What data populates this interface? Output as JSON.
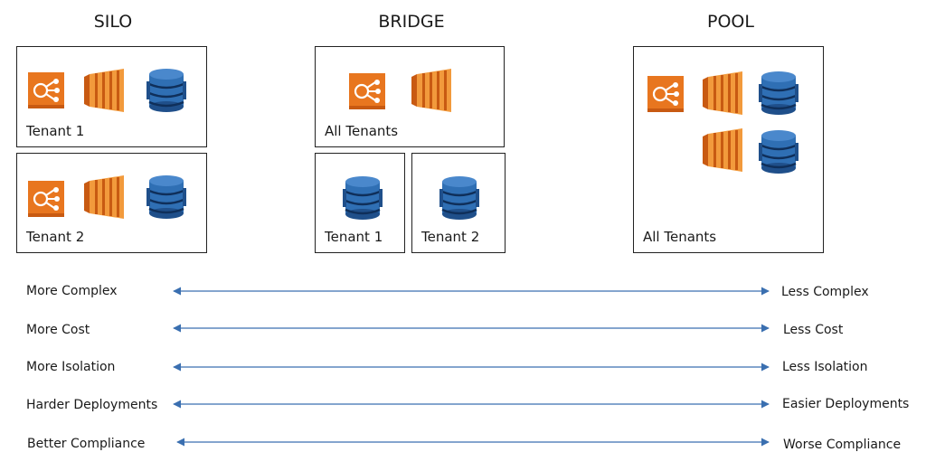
{
  "headings": {
    "silo": "SILO",
    "bridge": "BRIDGE",
    "pool": "POOL"
  },
  "boxes": {
    "silo_tenant1": "Tenant 1",
    "silo_tenant2": "Tenant 2",
    "bridge_all": "All Tenants",
    "bridge_tenant1": "Tenant 1",
    "bridge_tenant2": "Tenant 2",
    "pool_all": "All Tenants"
  },
  "icons": {
    "load_balancer": "elb-icon",
    "compute": "ec2-icon",
    "database": "dynamodb-icon",
    "colors": {
      "orange": "#e8761f",
      "orange_dark": "#c85a12",
      "blue": "#2f6fb4",
      "blue_dark": "#1f4f8a"
    }
  },
  "spectrum": [
    {
      "left": "More Complex",
      "right": "Less Complex"
    },
    {
      "left": "More Cost",
      "right": "Less Cost"
    },
    {
      "left": "More Isolation",
      "right": "Less Isolation"
    },
    {
      "left": "Harder Deployments",
      "right": "Easier Deployments"
    },
    {
      "left": "Better Compliance",
      "right": "Worse Compliance"
    }
  ],
  "arrow_color": "#3a6fb0"
}
